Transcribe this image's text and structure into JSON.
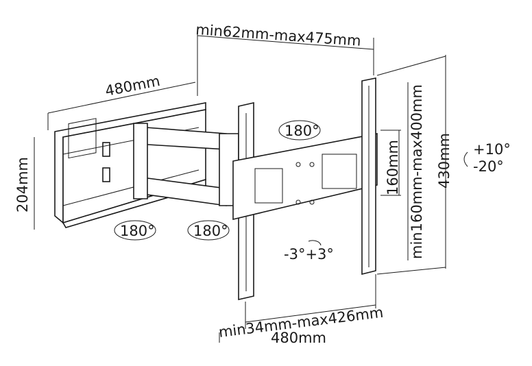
{
  "labels": {
    "top_depth": "min62mm-max475mm",
    "wall_width": "480mm",
    "wall_height": "204mm",
    "rot_center": "180°",
    "rot_left": "180°",
    "rot_right": "180°",
    "level": "-3°+3°",
    "vesa_vertical_small": "160mm",
    "vesa_vertical_range": "min160mm-max400mm",
    "total_height": "430mm",
    "tilt": "+10°\n-20°",
    "tilt_up": "+10°",
    "tilt_down": "-20°",
    "vesa_horizontal_range": "min34mm-max426mm",
    "total_width": "480mm"
  },
  "colors": {
    "ink": "#1a1a1a",
    "background": "#ffffff"
  }
}
